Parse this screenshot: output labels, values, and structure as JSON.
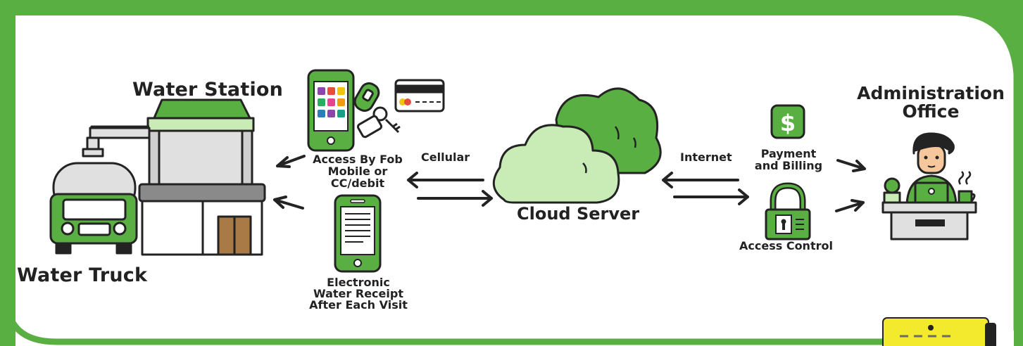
{
  "colors": {
    "green": "#5aaf43",
    "green_light": "#a9dc8e",
    "green_pale": "#c9ebb5",
    "outline": "#232323",
    "gray": "#e0e0e0",
    "brown": "#a97a45",
    "yellow": "#f3ea2e"
  },
  "nodes": {
    "water_station": "Water Station",
    "water_truck": "Water Truck",
    "access_methods": [
      "Access By Fob",
      "Mobile or",
      "CC/debit"
    ],
    "receipt": [
      "Electronic",
      "Water Receipt",
      "After Each Visit"
    ],
    "cellular": "Cellular",
    "cloud_server": "Cloud Server",
    "internet": "Internet",
    "payment": [
      "Payment",
      "and Billing"
    ],
    "access_control": "Access Control",
    "admin": [
      "Administration",
      "Office"
    ]
  },
  "icons": {
    "phone": "smartphone-apps-icon",
    "fob": "key-fob-icon",
    "card": "credit-card-icon",
    "receipt_phone": "phone-receipt-icon",
    "cloud": "cloud-icon",
    "dollar": "dollar-sign-icon",
    "lock": "padlock-icon",
    "admin": "admin-person-icon",
    "station": "water-station-icon",
    "truck": "water-truck-icon",
    "device": "yellow-device-icon"
  }
}
